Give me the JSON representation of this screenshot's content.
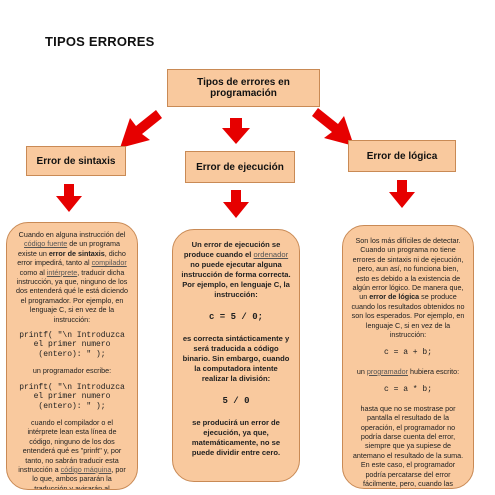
{
  "title": "TIPOS ERRORES",
  "root": "Tipos de errores en programación",
  "headings": {
    "syntax": "Error de sintaxis",
    "runtime": "Error de ejecución",
    "logic": "Error de lógica"
  },
  "syntax": {
    "p1_pre": "Cuando en alguna instrucción del ",
    "p1_link": "código fuente",
    "p1_mid": " de un programa  existe un ",
    "p1_bold": "error de sintaxis",
    "p1_mid2": ", dicho error impedirá, tanto al ",
    "p1_link2": "compilador",
    "p1_mid3": " como al ",
    "p1_link3": "intérprete",
    "p1_end": ", traducir dicha instrucción, ya que, ninguno de los dos entenderá  qué le está diciendo el programador.  Por ejemplo, en lenguaje C, si en vez de la instrucción:",
    "code1": "printf( \"\\n   Introduzca el primer numero (entero): \" );",
    "p2": "un programador  escribe:",
    "code2": "prinft( \"\\n   Introduzca el primer numero (entero): \" );",
    "p3_pre": "cuando el compilador o el intérprete lean esta línea de código, ninguno de los dos entenderá  qué es \"prinft\" y, por tanto, no sabrán traducir esta instrucción a ",
    "p3_link": "código máquina",
    "p3_end": ",  por lo que, ambos pararán  la traducción y avisarán  al programador  con un mensaje de error."
  },
  "runtime": {
    "p1a": "Un error de ejecución se produce cuando el ",
    "p1_link": "ordenador",
    "p1b": " no puede ejecutar alguna instrucción de forma correcta. Por ejemplo, en lenguaje C, la instrucción:",
    "code1": "c = 5 / 0;",
    "p2": "es correcta sintácticamente y será traducida a código binario. Sin embargo, cuando la computadora intente realizar la división:",
    "code2": "5 / 0",
    "p3": "se producirá un error de ejecución, ya que, matemáticamente, no se puede dividir entre cero."
  },
  "logic": {
    "p1_pre": "Son los más difíciles de detectar. Cuando un programa no tiene errores de sintaxis ni de ejecución, pero, aun así, no funciona bien, esto es debido a la existencia de algún error lógico. De manera que, un ",
    "p1_bold": "error de lógica",
    "p1_end": " se produce cuando los resultados obtenidos no son los esperados. Por ejemplo, en lenguaje C, si en vez de la instrucción:",
    "code1": "c = a + b;",
    "p2_link": "programador",
    "p2_pre": "un ",
    "p2_end": " hubiera escrito:",
    "code2": "c = a * b;",
    "p3": "hasta que no se mostrase por pantalla el resultado de la operación, el programador no podría darse cuenta del error, siempre que ya supiese de antemano el resultado de la suma. En este caso, el programador podría percatarse del error fácilmente, pero, cuando las operaciones son más complejas, los errores de lógica pueden ser muy difíciles de detectar."
  },
  "colors": {
    "box_fill": "#f9c99e",
    "box_border": "#c98a55",
    "arrow": "#e60000"
  }
}
